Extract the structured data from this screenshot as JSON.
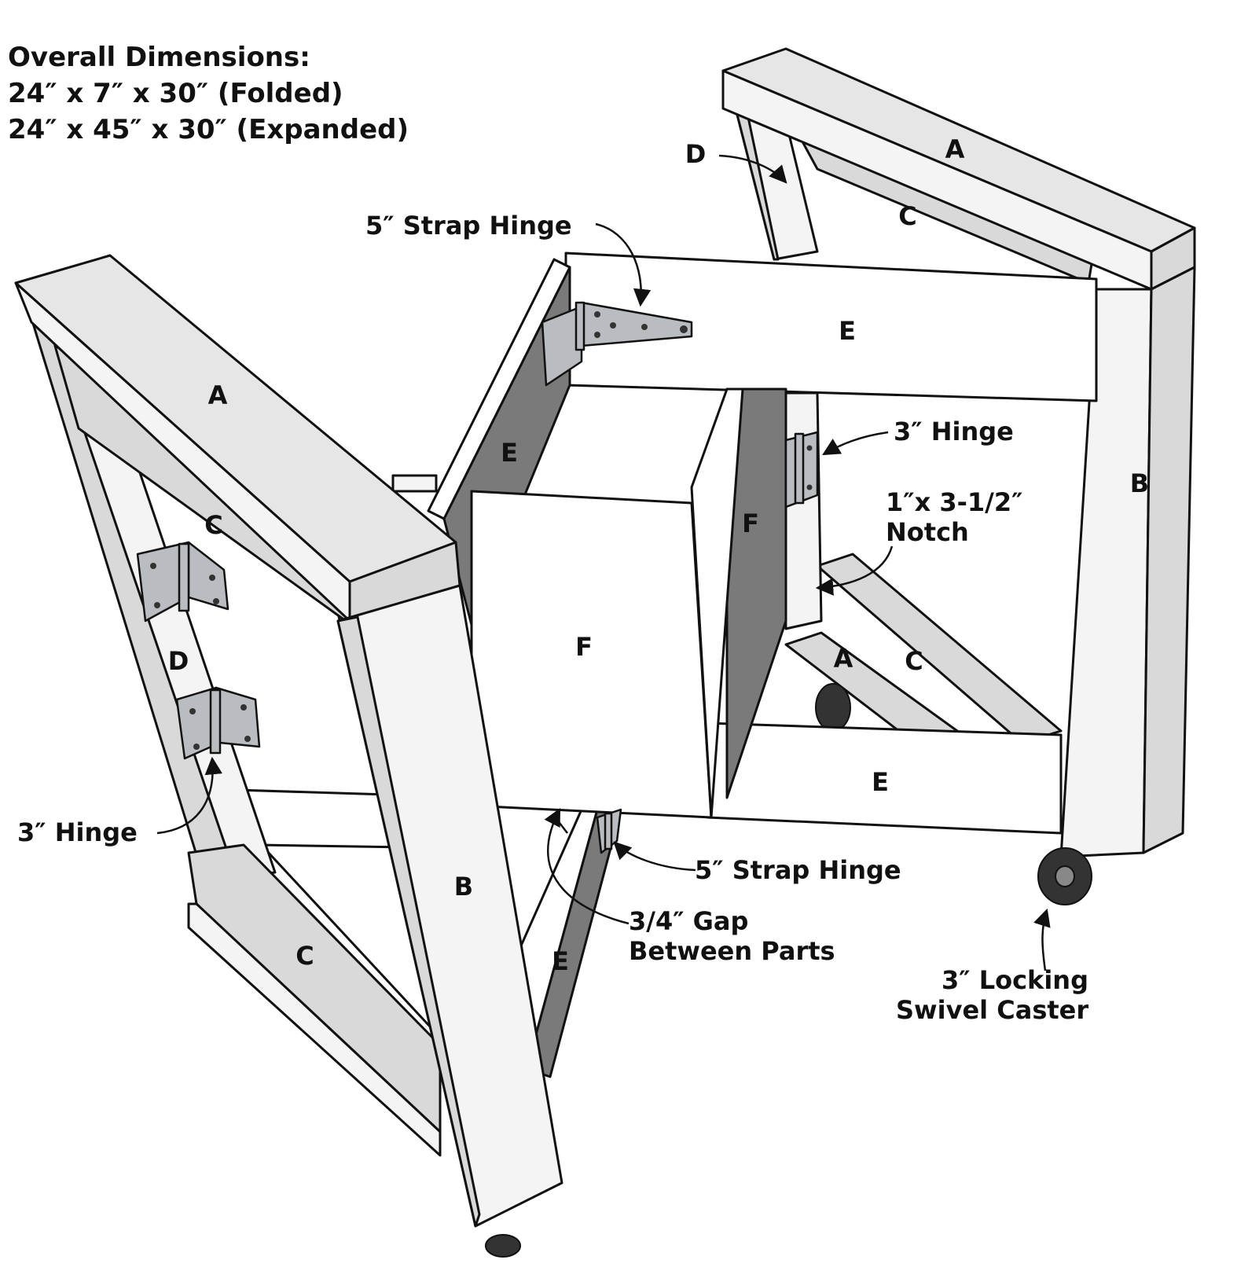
{
  "overall": {
    "heading": "Overall Dimensions:",
    "folded": "24″ x 7″ x 30″ (Folded)",
    "expanded": "24″ x 45″ x 30″ (Expanded)"
  },
  "parts": {
    "a": "A",
    "b": "B",
    "c": "C",
    "d": "D",
    "e": "E",
    "f": "F"
  },
  "callouts": {
    "strap_hinge_top": "5″ Strap Hinge",
    "hinge_right": "3″ Hinge",
    "notch_line1": "1″x 3-1/2″",
    "notch_line2": "Notch",
    "hinge_left": "3″ Hinge",
    "strap_hinge_bottom": "5″ Strap Hinge",
    "gap_line1": "3/4″ Gap",
    "gap_line2": "Between Parts",
    "caster_line1": "3″ Locking",
    "caster_line2": "Swivel Caster"
  }
}
